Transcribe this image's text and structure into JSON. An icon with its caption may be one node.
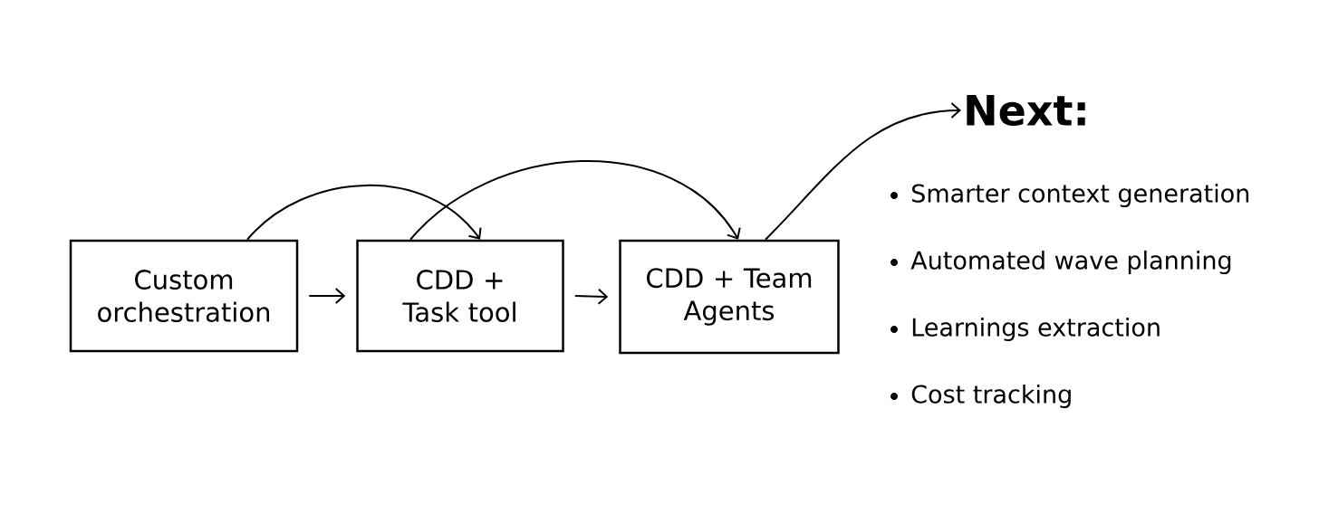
{
  "diagram": {
    "nodes": [
      {
        "text": [
          "Custom orchestration"
        ]
      },
      {
        "text": [
          "CDD + Task tool"
        ]
      },
      {
        "text": [
          "CDD + Team Agents"
        ]
      },
      {
        "text": [
          "Next:"
        ]
      }
    ],
    "edges": [
      {
        "from": 0,
        "to": 1,
        "arrow": "to"
      },
      {
        "from": 1,
        "to": 2,
        "arrow": "to"
      },
      {
        "from": 0,
        "to": 1,
        "arrow": "to"
      },
      {
        "from": 1,
        "to": 2,
        "arrow": "to"
      },
      {
        "from": 2,
        "to": 3,
        "arrow": "to"
      }
    ],
    "labels": [
      "Smarter context generation",
      "Automated wave planning",
      "Learnings extraction",
      "Cost tracking"
    ]
  }
}
